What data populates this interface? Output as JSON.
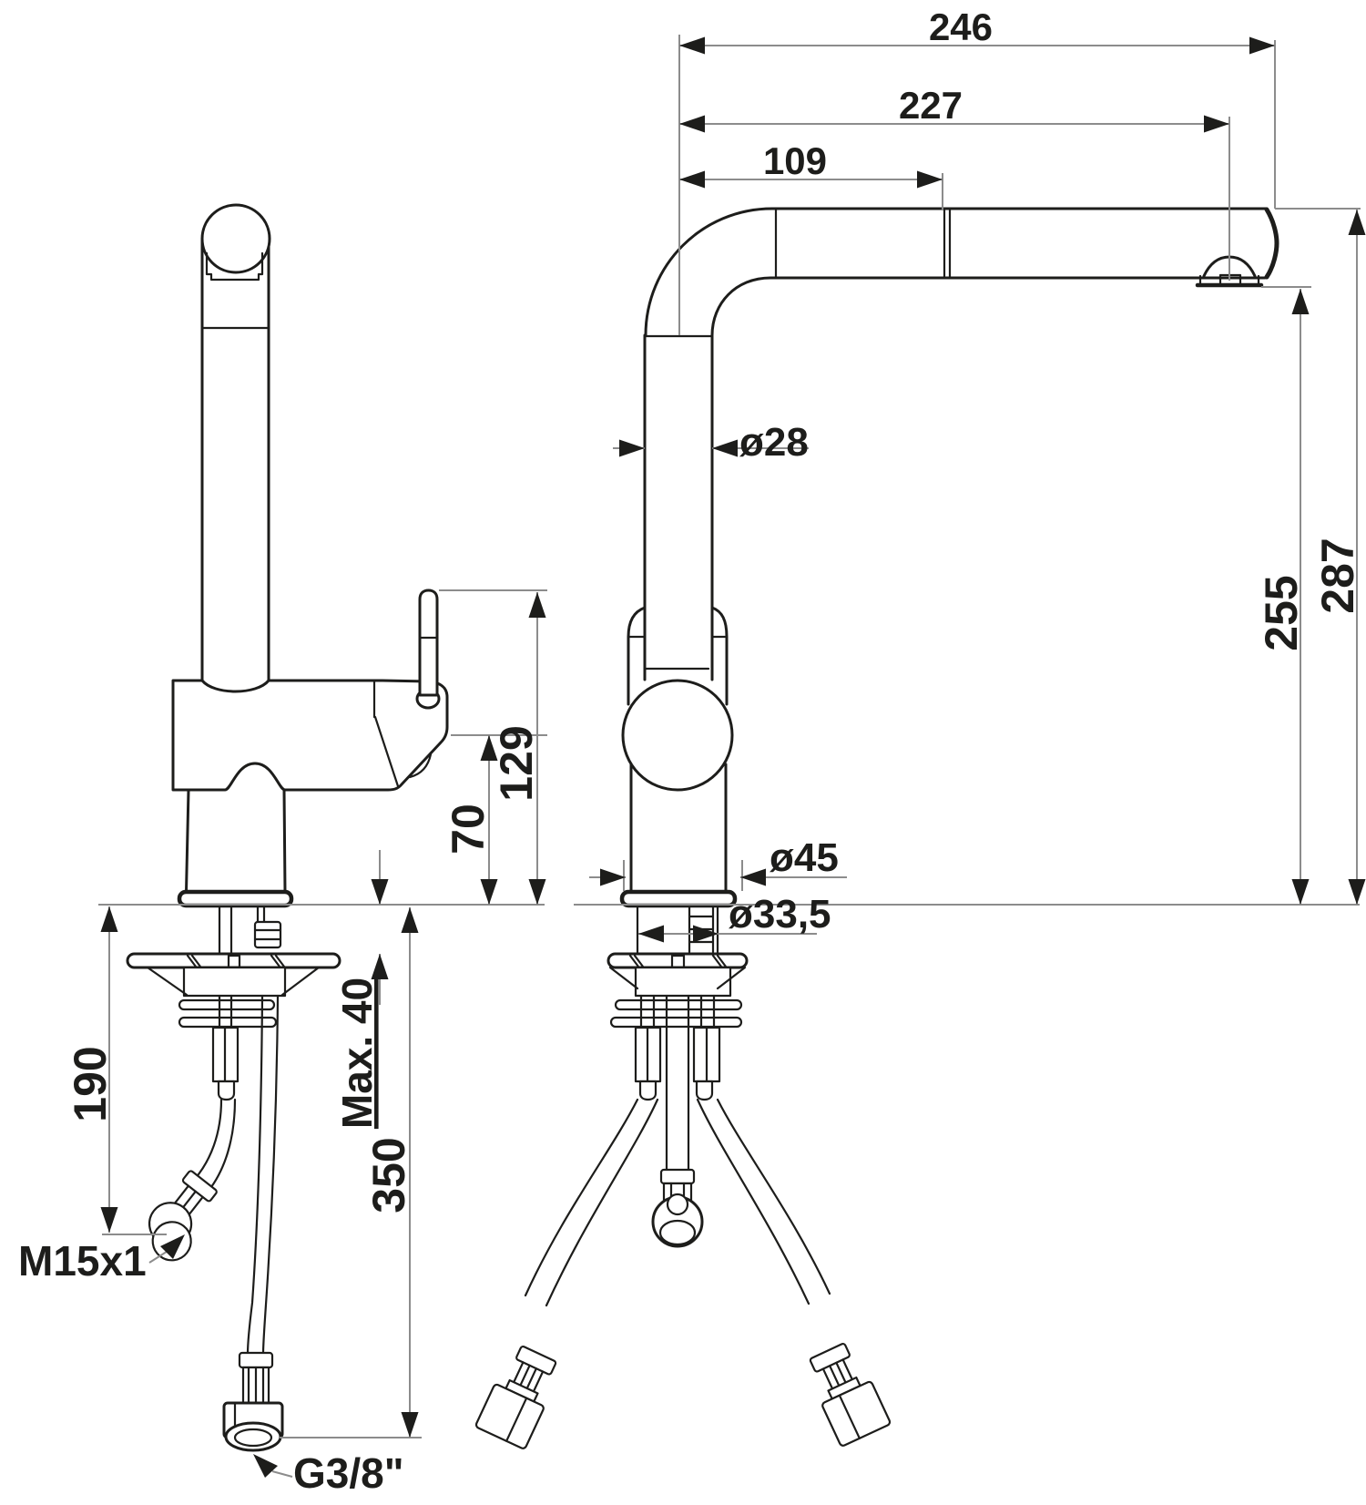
{
  "drawing": {
    "background": "#ffffff",
    "line_color": "#1d1d1b",
    "dimension_color": "#8c8c8c",
    "views": {
      "side": {
        "dimensions": {
          "handle_top_height": "129",
          "body_height": "70",
          "counter_max_thickness": "Max. 40",
          "hose_connector_drop": "190",
          "supply_hose_drop": "350",
          "spray_hose_thread": "M15x1",
          "supply_thread": "G3/8\""
        }
      },
      "front": {
        "dimensions": {
          "spout_reach_total": "246",
          "spout_reach_aerator": "227",
          "spout_fixed_section": "109",
          "spout_pipe_diameter": "ø28",
          "aerator_height": "255",
          "spout_top_height": "287",
          "base_diameter": "ø45",
          "mounting_hole_diameter": "ø33,5"
        }
      }
    }
  }
}
